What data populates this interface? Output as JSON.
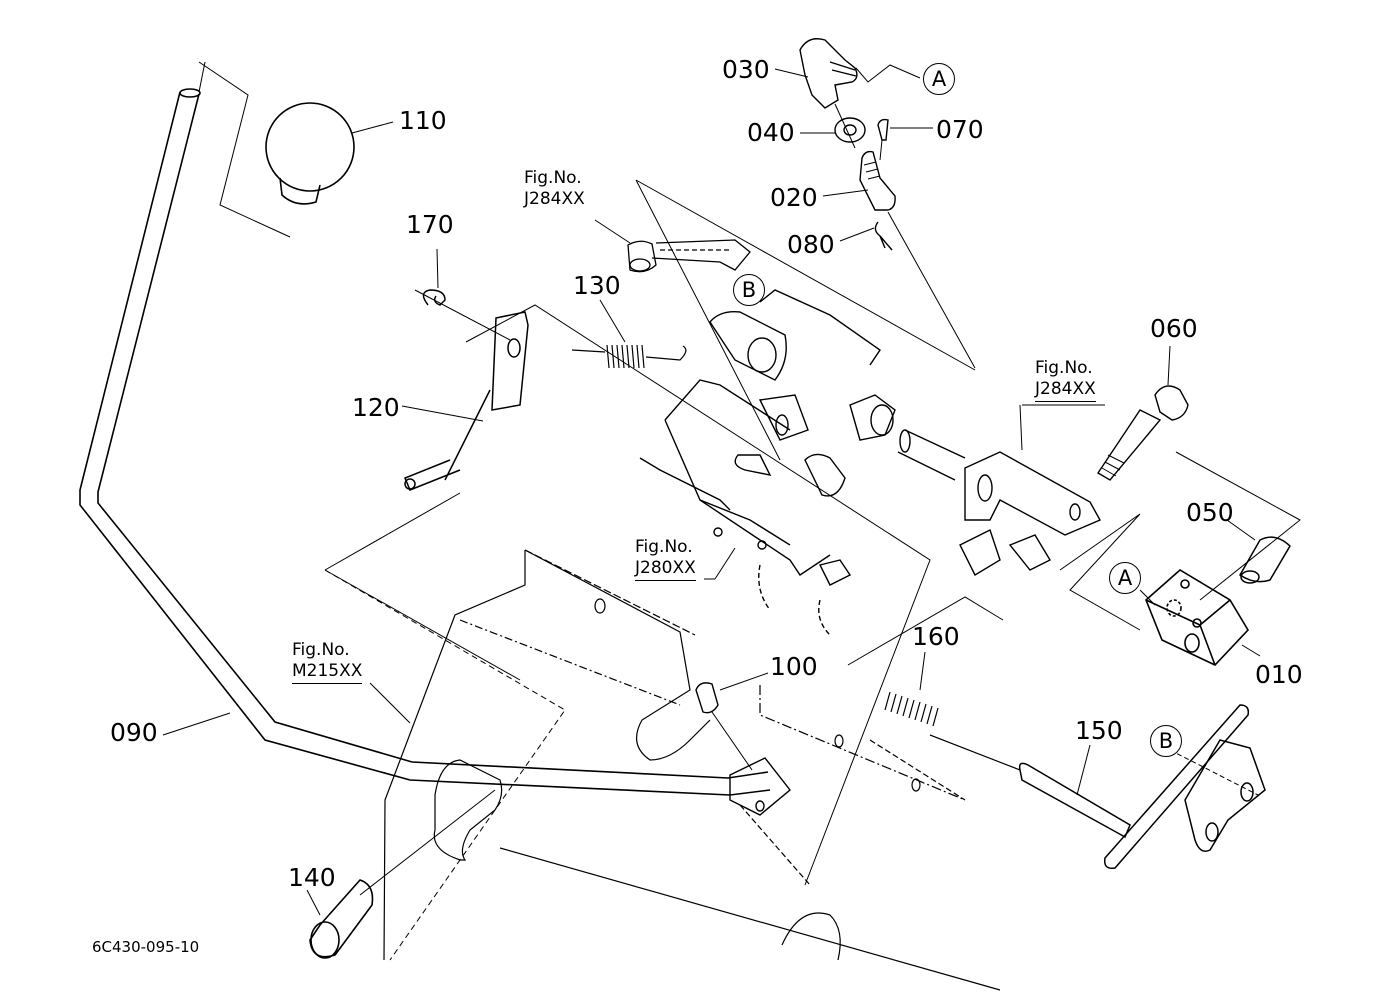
{
  "diagram": {
    "title": "Parts exploded view",
    "document_id": "6C430-095-10",
    "part_labels": [
      {
        "id": "p030",
        "text": "030"
      },
      {
        "id": "p040",
        "text": "040"
      },
      {
        "id": "p070",
        "text": "070"
      },
      {
        "id": "p020",
        "text": "020"
      },
      {
        "id": "p080",
        "text": "080"
      },
      {
        "id": "p110",
        "text": "110"
      },
      {
        "id": "p170",
        "text": "170"
      },
      {
        "id": "p130",
        "text": "130"
      },
      {
        "id": "p120",
        "text": "120"
      },
      {
        "id": "p060",
        "text": "060"
      },
      {
        "id": "p050",
        "text": "050"
      },
      {
        "id": "p010",
        "text": "010"
      },
      {
        "id": "p160",
        "text": "160"
      },
      {
        "id": "p100",
        "text": "100"
      },
      {
        "id": "p090",
        "text": "090"
      },
      {
        "id": "p150",
        "text": "150"
      },
      {
        "id": "p140",
        "text": "140"
      }
    ],
    "figure_refs": [
      {
        "prefix": "Fig.No.",
        "code": "J284XX"
      },
      {
        "prefix": "Fig.No.",
        "code": "J284XX"
      },
      {
        "prefix": "Fig.No.",
        "code": "J280XX"
      },
      {
        "prefix": "Fig.No.",
        "code": "M215XX"
      }
    ],
    "connection_markers": [
      {
        "id": "A-top",
        "text": "A"
      },
      {
        "id": "A-block",
        "text": "A"
      },
      {
        "id": "B-bracket",
        "text": "B"
      },
      {
        "id": "B-lever",
        "text": "B"
      }
    ]
  }
}
